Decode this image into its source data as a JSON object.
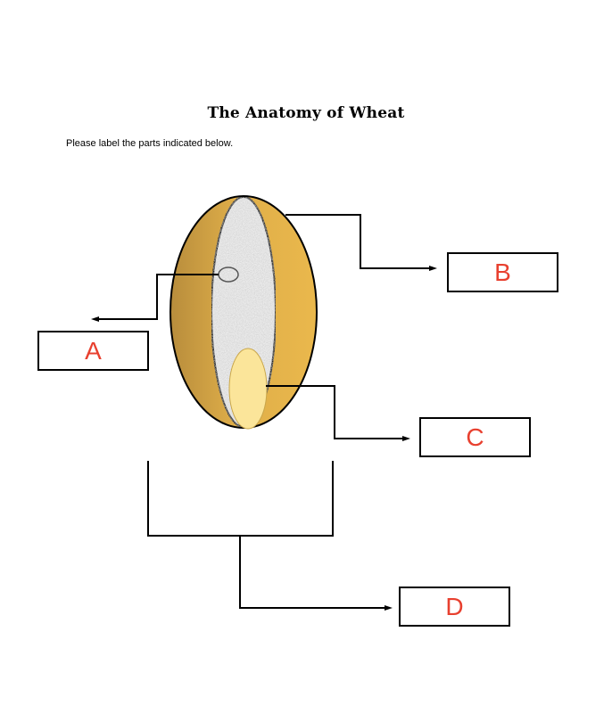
{
  "title": "The Anatomy of Wheat",
  "instructions": "Please label the parts indicated below.",
  "labels": {
    "a": "A",
    "b": "B",
    "c": "C",
    "d": "D"
  },
  "colors": {
    "bran": "#e7b54a",
    "bran_shade": "#b88d3c",
    "endosperm": "#ececec",
    "germ": "#fbe59a",
    "label_text": "#e8402f",
    "line": "#000000"
  }
}
